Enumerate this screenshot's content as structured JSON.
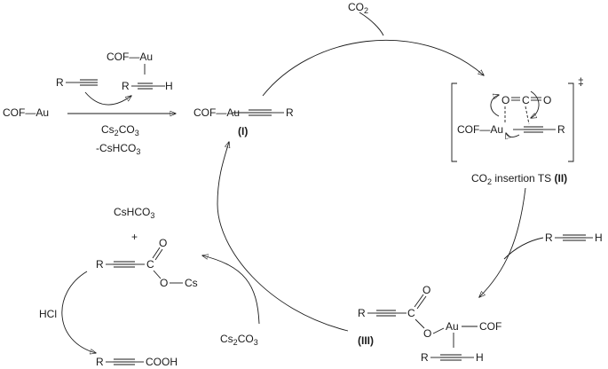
{
  "labels": {
    "cof_au_start": "COF—Au",
    "r_top": "R",
    "cof_au_top": "COF—Au",
    "r_pi": "R",
    "h_pi": "H",
    "cs2co3_main": "Cs",
    "cs2co3_main_sub2": "2",
    "cs2co3_main_tail": "CO",
    "cs2co3_main_sub3": "3",
    "minus_cshco3": "-CsHCO",
    "minus_cshco3_sub": "3",
    "i_cof_au": "COF—Au",
    "i_r": "R",
    "i_label": "(I)",
    "co2_top": "CO",
    "co2_top_sub": "2",
    "ts_o1": "O",
    "ts_c": "C",
    "ts_o2": "O",
    "ts_cof_au": "COF—Au",
    "ts_r": "R",
    "ts_dagger": "‡",
    "ts_caption_pre": "CO",
    "ts_caption_sub": "2",
    "ts_caption_post": " insertion TS ",
    "ts_caption_label": "(II)",
    "alkyne_r": "R",
    "alkyne_h": "H",
    "iii_r": "R",
    "iii_c": "C",
    "iii_o_top": "O",
    "iii_o_link": "O",
    "iii_au": "Au",
    "iii_cof": "COF",
    "iii_r2": "R",
    "iii_h": "H",
    "iii_label": "(III)",
    "cs2co3_low": "Cs",
    "cs2co3_low_sub2": "2",
    "cs2co3_low_tail": "CO",
    "cs2co3_low_sub3": "3",
    "cshco3_left": "CsHCO",
    "cshco3_left_sub": "3",
    "plus": "+",
    "ester_r": "R",
    "ester_c": "C",
    "ester_o_top": "O",
    "ester_o_link": "O",
    "ester_cs": "Cs",
    "hcl": "HCl",
    "acid_r": "R",
    "acid_cooh": "COOH"
  }
}
